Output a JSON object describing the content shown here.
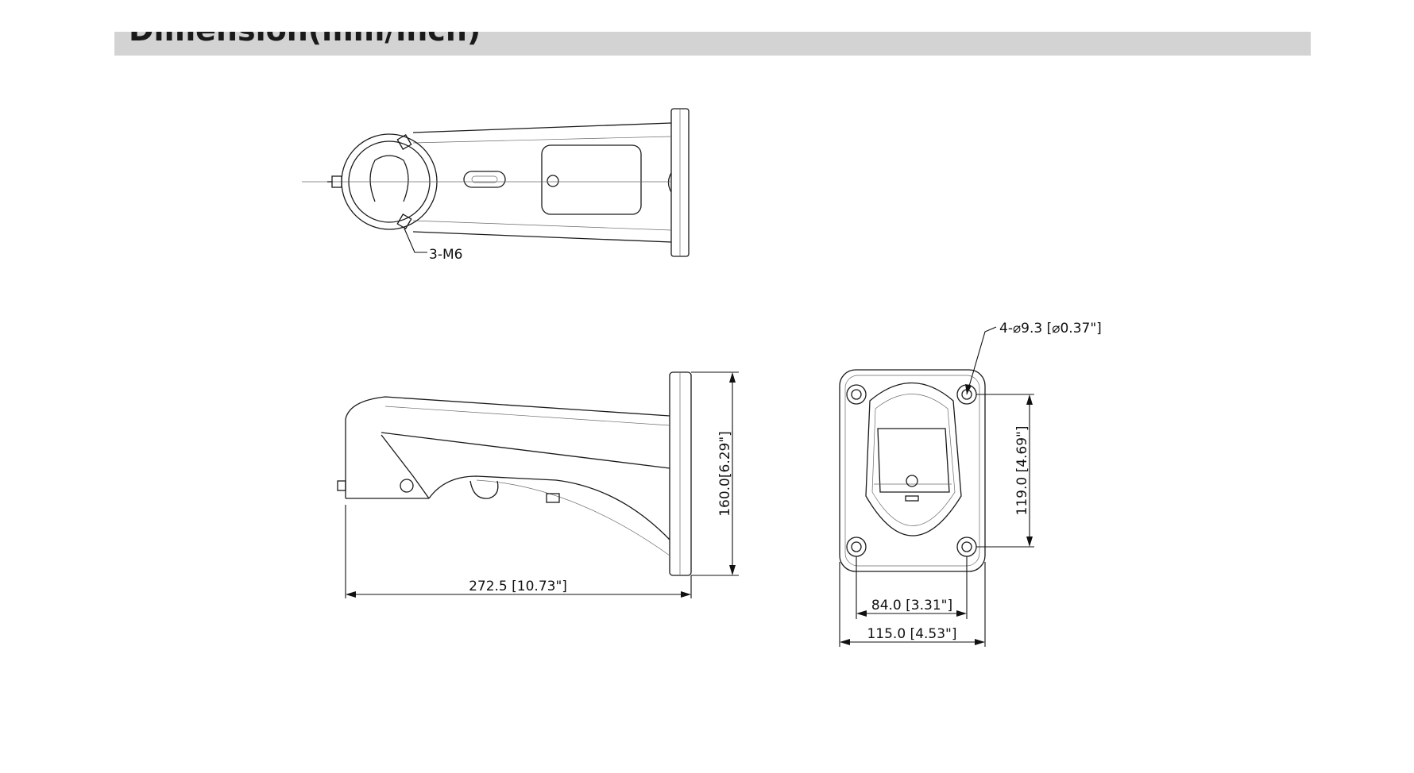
{
  "header": {
    "title": "Dimension(mm/inch)"
  },
  "labels": {
    "screw": "3-M6",
    "holes": "4-⌀9.3 [⌀0.37\"]",
    "height": "160.0[6.29\"]",
    "length": "272.5 [10.73\"]",
    "hole_vertical": "119.0 [4.69\"]",
    "hole_horizontal": "84.0 [3.31\"]",
    "width": "115.0 [4.53\"]"
  },
  "colors": {
    "header_bg": "#d3d3d3",
    "line": "#1a1a1a"
  }
}
